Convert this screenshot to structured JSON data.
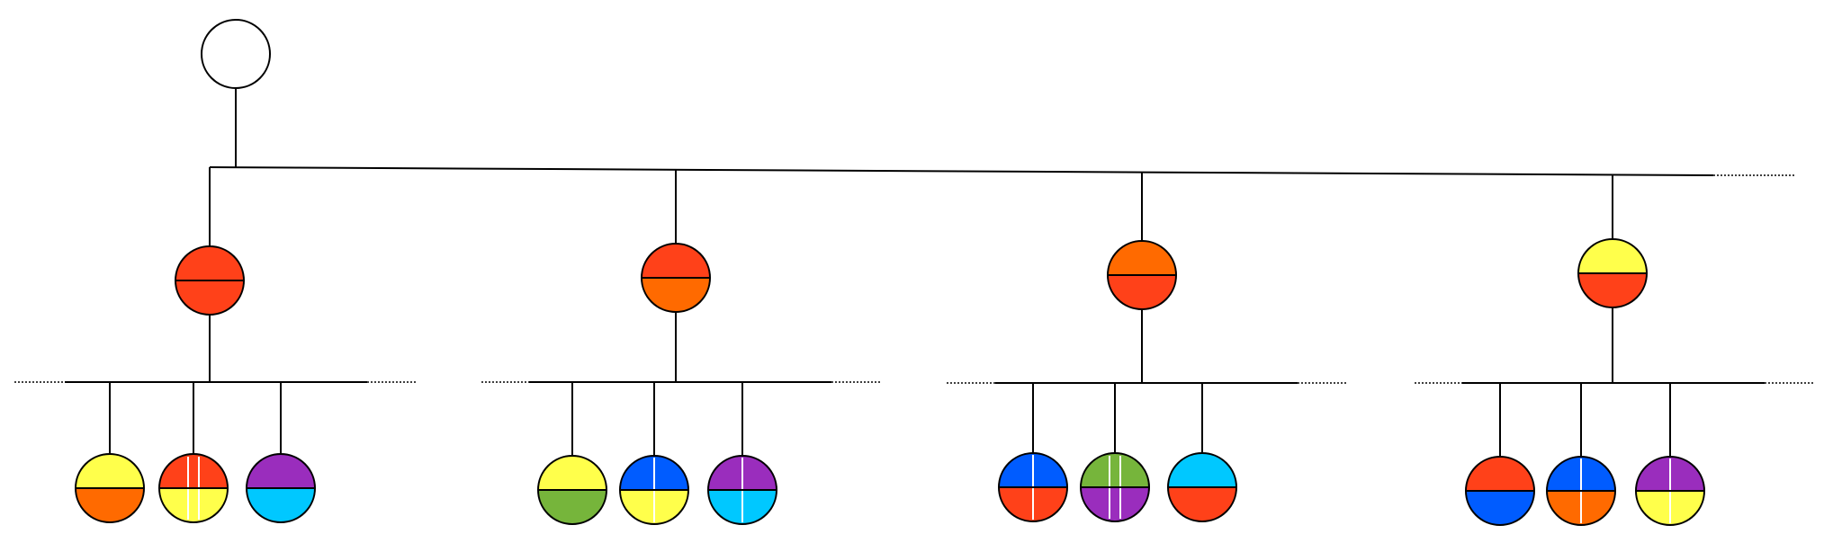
{
  "colors": {
    "outline": "#000000",
    "root_fill": "#ffffff",
    "divider_mark": "#ffffff"
  },
  "root": {
    "top": "#ffffff",
    "bottom": "#ffffff"
  },
  "children": [
    {
      "top": "#ff4119",
      "bottom": "#ff4119",
      "grandchildren": [
        {
          "top": "#ffff4b",
          "bottom": "#ff6a00",
          "marks": 0
        },
        {
          "top": "#ff4119",
          "bottom": "#ffff4b",
          "marks": 2
        },
        {
          "top": "#9a2dbd",
          "bottom": "#00c8ff",
          "marks": 0
        }
      ]
    },
    {
      "top": "#ff4119",
      "bottom": "#ff6a00",
      "grandchildren": [
        {
          "top": "#ffff4b",
          "bottom": "#76b53b",
          "marks": 0
        },
        {
          "top": "#005cff",
          "bottom": "#ffff4b",
          "marks": 1
        },
        {
          "top": "#9a2dbd",
          "bottom": "#00c8ff",
          "marks": 1
        }
      ]
    },
    {
      "top": "#ff6a00",
      "bottom": "#ff4119",
      "grandchildren": [
        {
          "top": "#005cff",
          "bottom": "#ff4119",
          "marks": 1
        },
        {
          "top": "#76b53b",
          "bottom": "#9a2dbd",
          "marks": 2
        },
        {
          "top": "#00c8ff",
          "bottom": "#ff4119",
          "marks": 0
        }
      ]
    },
    {
      "top": "#ffff4b",
      "bottom": "#ff4119",
      "grandchildren": [
        {
          "top": "#ff4119",
          "bottom": "#005cff",
          "marks": 0
        },
        {
          "top": "#005cff",
          "bottom": "#ff6a00",
          "marks": 1
        },
        {
          "top": "#9a2dbd",
          "bottom": "#ffff4b",
          "marks": 1
        }
      ]
    }
  ]
}
